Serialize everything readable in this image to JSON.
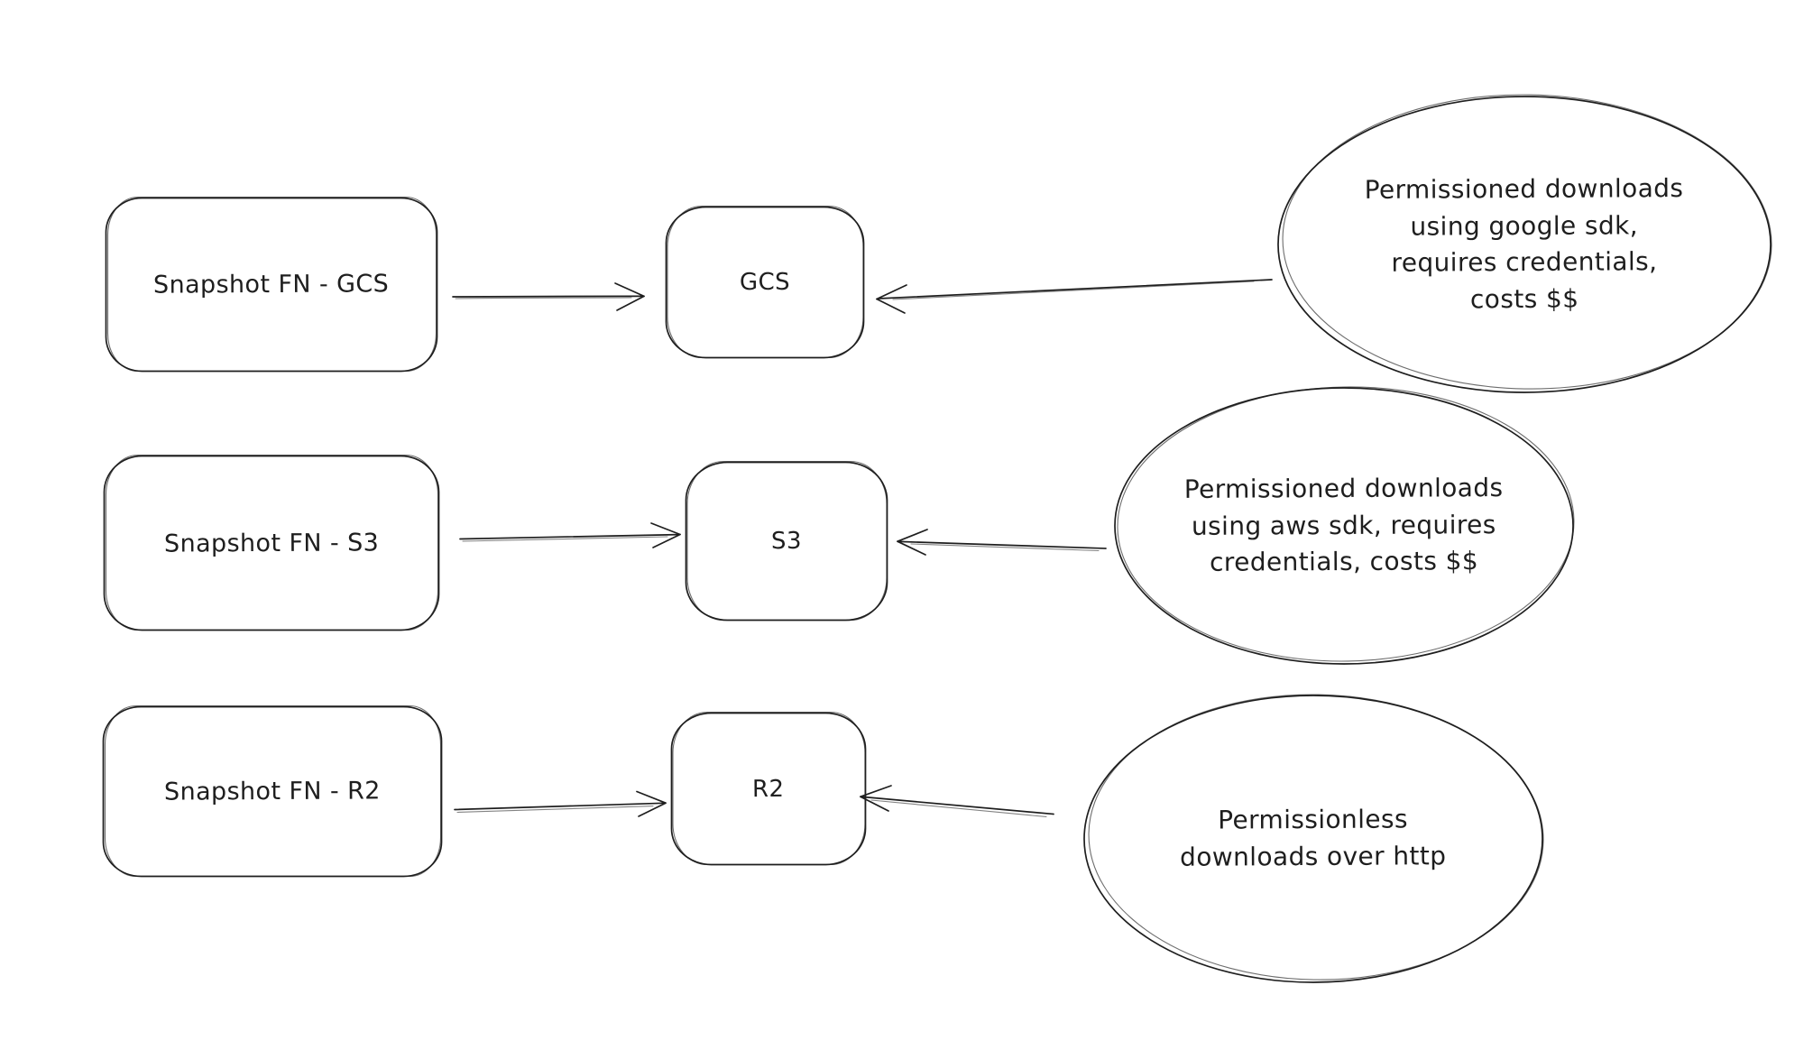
{
  "diagram": {
    "background": "#ffffff",
    "stroke_color": "#1e1e1e",
    "rows": [
      {
        "id": "gcs",
        "source_label": "Snapshot FN - GCS",
        "target_label": "GCS",
        "note_label": "Permissioned downloads\nusing google sdk,\nrequires credentials,\ncosts $$"
      },
      {
        "id": "s3",
        "source_label": "Snapshot FN - S3",
        "target_label": "S3",
        "note_label": "Permissioned downloads\nusing aws sdk, requires\ncredentials, costs $$"
      },
      {
        "id": "r2",
        "source_label": "Snapshot FN - R2",
        "target_label": "R2",
        "note_label": "Permissionless\ndownloads over http"
      }
    ]
  }
}
